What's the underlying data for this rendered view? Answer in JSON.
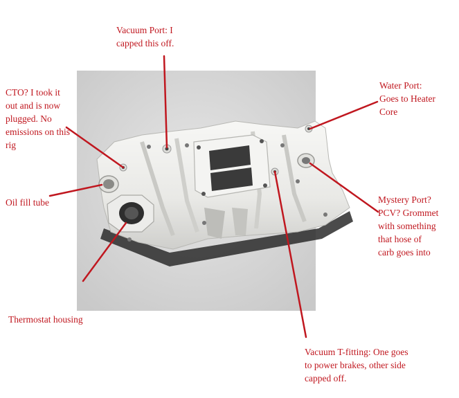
{
  "colors": {
    "annotation": "#c0171f",
    "photo_background": "#d9d9d9",
    "manifold": "#eeeeec"
  },
  "annotations": {
    "vacuum_port": "Vacuum Port: I\ncapped this off.",
    "cto": "CTO? I took it\nout and is now\nplugged. No\nemissions on this\nrig",
    "water_port": "Water Port:\nGoes to Heater\nCore",
    "oil_fill_tube": "Oil fill tube",
    "mystery_port": "Mystery Port?\nPCV? Grommet\nwith something\nthat hose of\ncarb goes into",
    "thermostat_housing": "Thermostat housing",
    "vacuum_t_fitting": "Vacuum T-fitting: One goes\nto power brakes, other side\ncapped off."
  }
}
